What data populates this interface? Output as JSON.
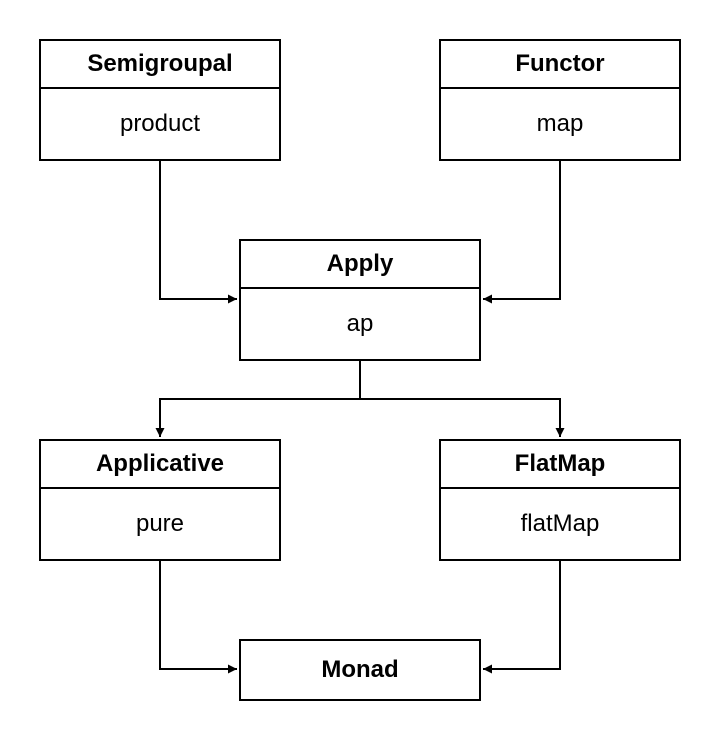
{
  "diagram": {
    "nodes": {
      "semigroupal": {
        "title": "Semigroupal",
        "method": "product"
      },
      "functor": {
        "title": "Functor",
        "method": "map"
      },
      "apply": {
        "title": "Apply",
        "method": "ap"
      },
      "applicative": {
        "title": "Applicative",
        "method": "pure"
      },
      "flatmap": {
        "title": "FlatMap",
        "method": "flatMap"
      },
      "monad": {
        "title": "Monad"
      }
    },
    "edges": [
      {
        "from": "Semigroupal",
        "to": "Apply"
      },
      {
        "from": "Functor",
        "to": "Apply"
      },
      {
        "from": "Apply",
        "to": "Applicative"
      },
      {
        "from": "Apply",
        "to": "FlatMap"
      },
      {
        "from": "Applicative",
        "to": "Monad"
      },
      {
        "from": "FlatMap",
        "to": "Monad"
      }
    ],
    "colors": {
      "stroke": "#000000",
      "background": "#ffffff"
    }
  }
}
